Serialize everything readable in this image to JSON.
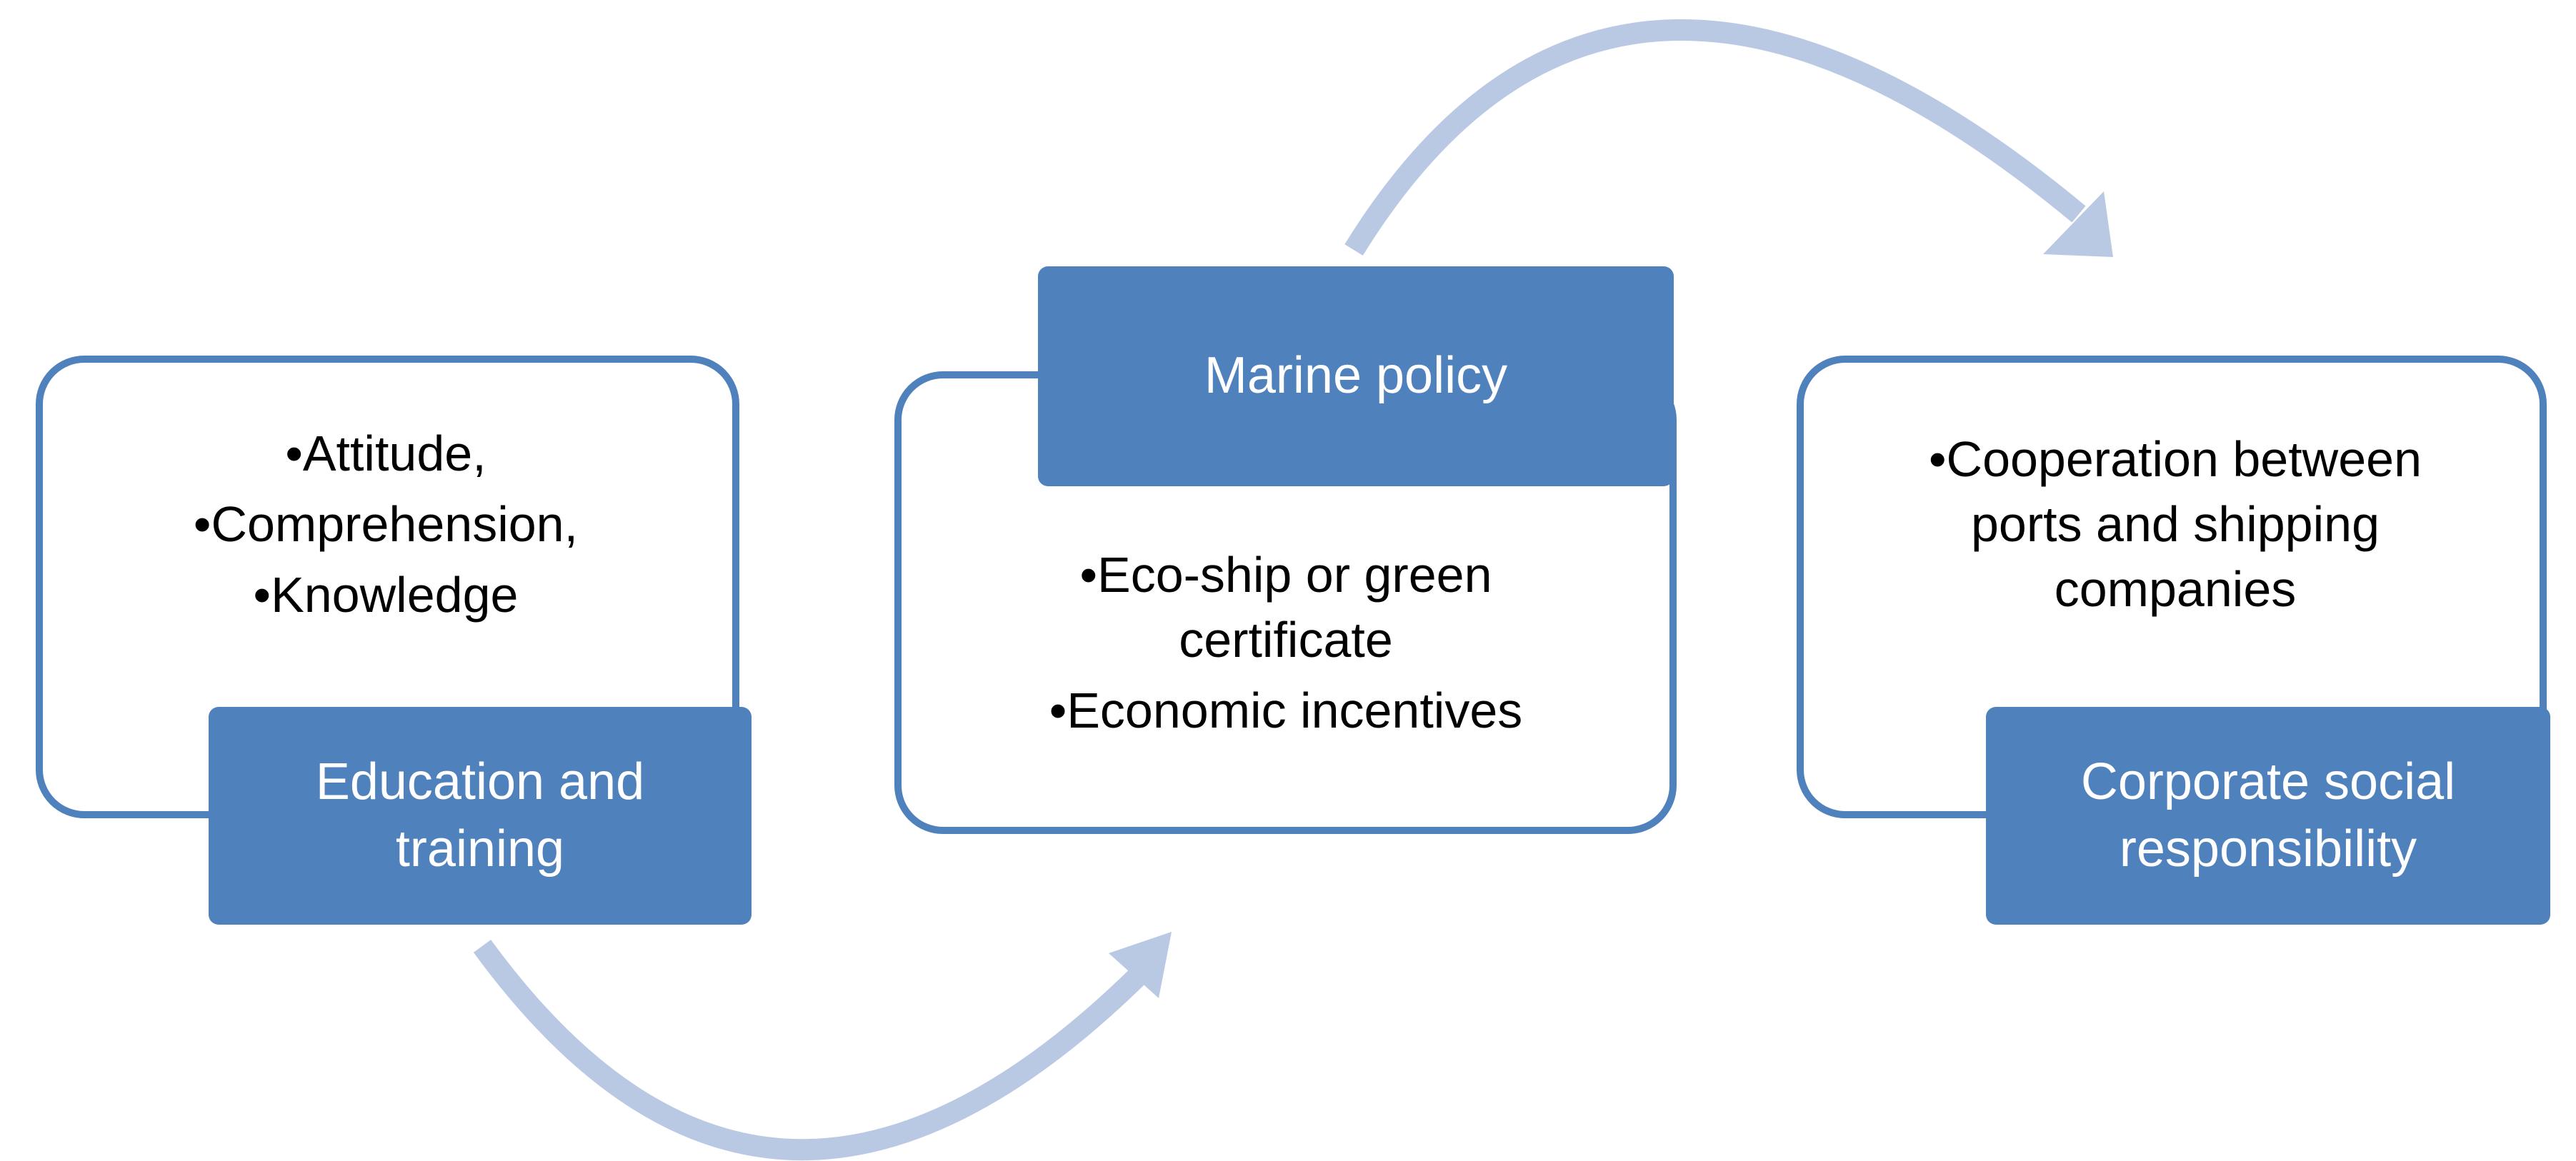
{
  "diagram": {
    "colors": {
      "box_fill": "#4f81bd",
      "box_border": "#4f81bd",
      "arrow": "#b9c9e4",
      "label_text": "#ffffff",
      "body_text": "#000000"
    },
    "blocks": [
      {
        "label": "Education and training",
        "items": [
          "Attitude,",
          "Comprehension,",
          "Knowledge"
        ]
      },
      {
        "label": "Marine policy",
        "items": [
          "Eco-ship or green certificate",
          "Economic incentives"
        ]
      },
      {
        "label": "Corporate social responsibility",
        "items": [
          "Cooperation between ports and shipping companies"
        ]
      }
    ],
    "connectors": [
      {
        "from": "Education and training",
        "to": "Marine policy",
        "shape": "curved-arrow-below"
      },
      {
        "from": "Marine policy",
        "to": "Corporate social responsibility",
        "shape": "curved-arrow-above"
      }
    ]
  }
}
